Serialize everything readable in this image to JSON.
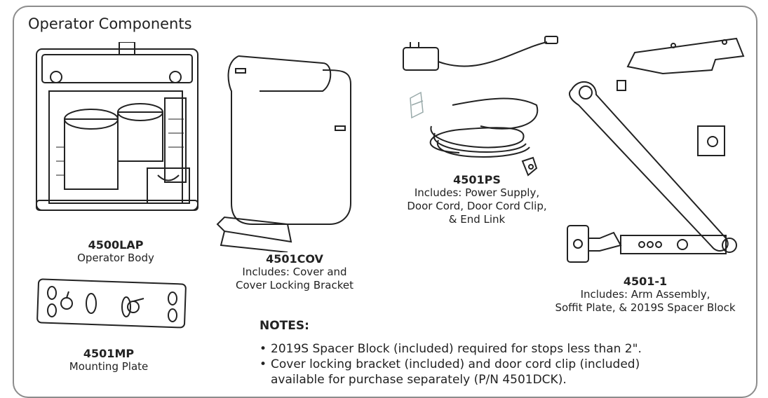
{
  "title": "Operator Components",
  "components": [
    {
      "code": "4500LAP",
      "desc_lines": [
        "Operator Body"
      ]
    },
    {
      "code": "4501COV",
      "desc_lines": [
        "Includes: Cover and",
        "Cover Locking Bracket"
      ]
    },
    {
      "code": "4501PS",
      "desc_lines": [
        "Includes: Power Supply,",
        "Door Cord, Door Cord Clip,",
        "& End Link"
      ]
    },
    {
      "code": "4501-1",
      "desc_lines": [
        "Includes: Arm Assembly,",
        "Soffit Plate, & 2019S Spacer Block"
      ]
    },
    {
      "code": "4501MP",
      "desc_lines": [
        "Mounting Plate"
      ]
    }
  ],
  "notes": {
    "title": "NOTES:",
    "items": [
      "2019S Spacer Block (included) required for stops less than 2\".",
      "Cover locking bracket (included) and door cord clip (included)",
      "available for purchase separately (P/N 4501DCK)."
    ]
  }
}
